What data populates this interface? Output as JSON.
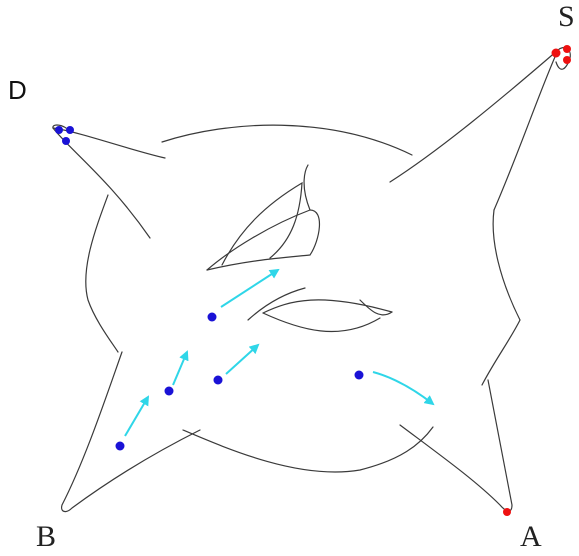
{
  "labels": {
    "S": "S",
    "D": "D",
    "B": "B",
    "A": "A"
  },
  "colors": {
    "curve": "#3a3a3a",
    "blue_dot": "#1a12d6",
    "red_dot": "#ee1111",
    "arrow": "#2fd6e8"
  }
}
